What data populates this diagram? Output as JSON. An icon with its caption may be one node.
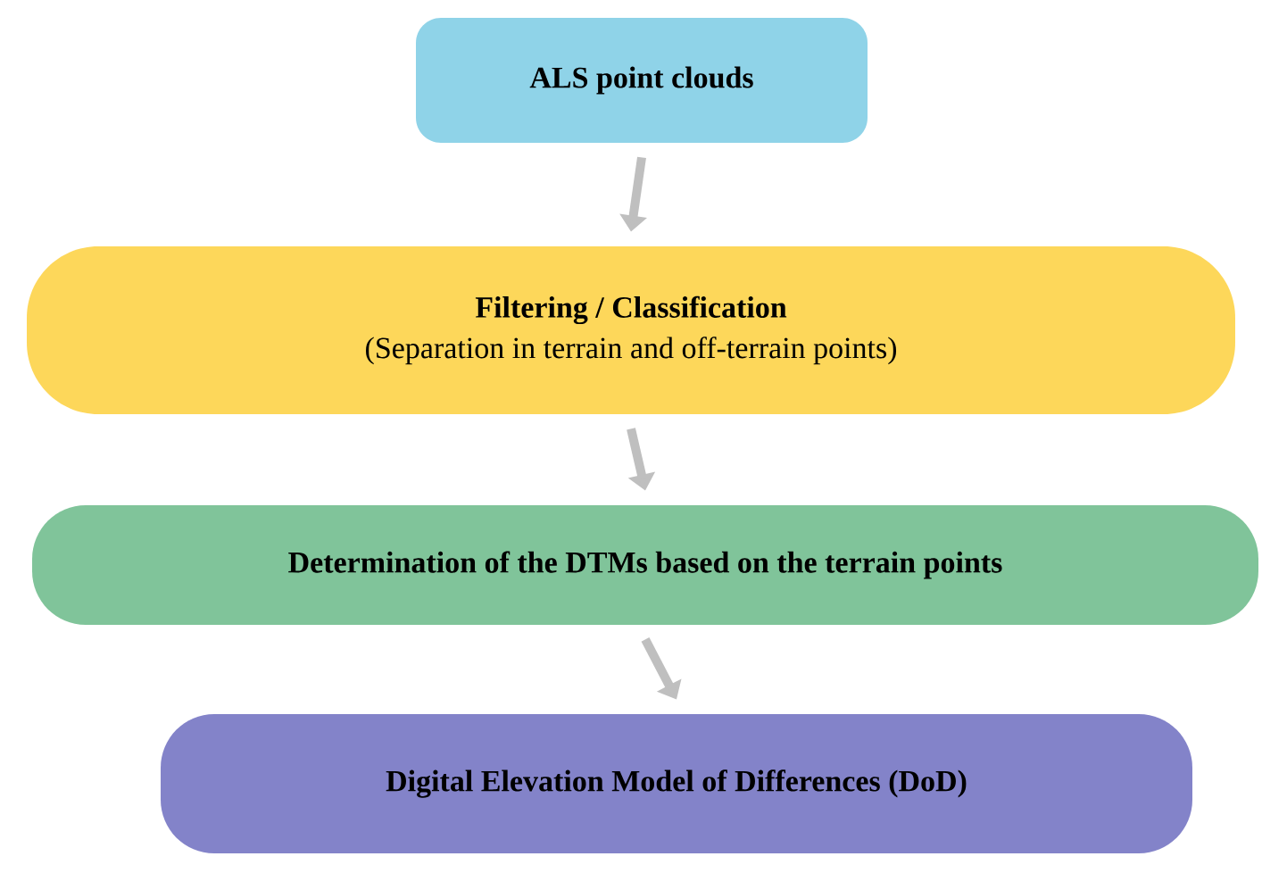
{
  "diagram": {
    "nodes": [
      {
        "text": [
          "ALS point clouds"
        ]
      },
      {
        "text": [
          "Filtering / Classification",
          "(Separation in terrain and off-terrain points)"
        ]
      },
      {
        "text": [
          "Determination of the DTMs based on the terrain points"
        ]
      },
      {
        "text": [
          "Digital Elevation Model of Differences (DoD)"
        ]
      }
    ],
    "edges": [
      {
        "from": 0,
        "to": 1,
        "arrow": "to"
      },
      {
        "from": 1,
        "to": 2,
        "arrow": "to"
      },
      {
        "from": 2,
        "to": 3,
        "arrow": "to"
      }
    ]
  }
}
